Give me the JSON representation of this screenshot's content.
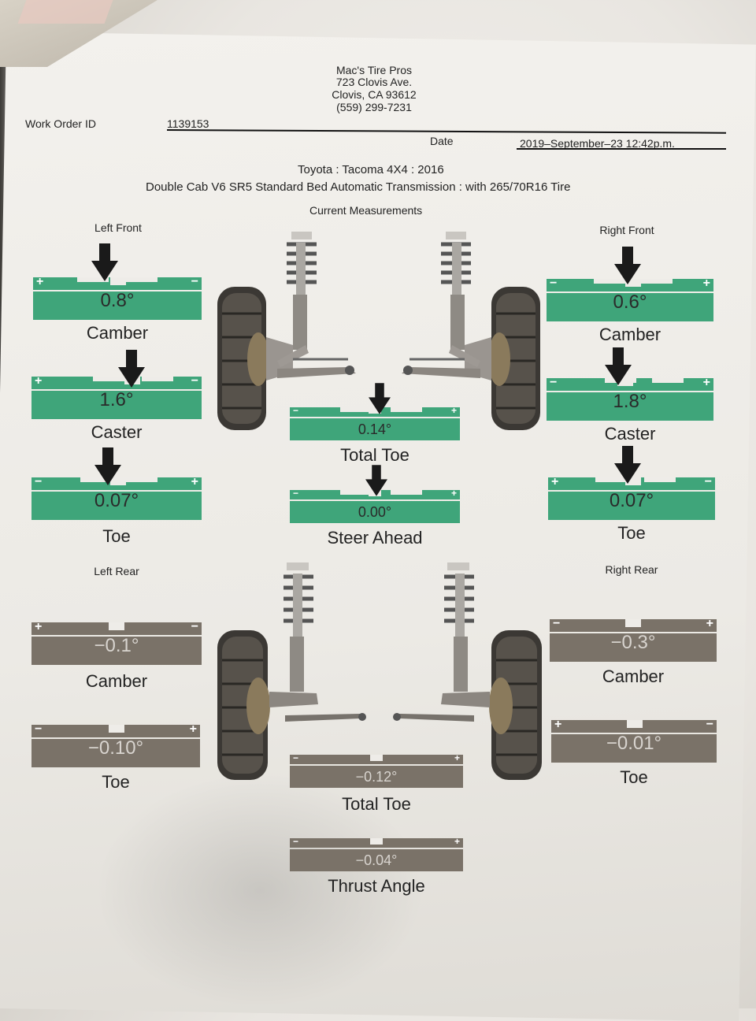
{
  "shop": {
    "name": "Mac's Tire Pros",
    "address": "723 Clovis Ave.",
    "city": "Clovis, CA 93612",
    "phone": "(559) 299-7231"
  },
  "work_order": {
    "label": "Work Order ID",
    "value": "1139153"
  },
  "date": {
    "label": "Date",
    "value": "2019–September–23 12:42p.m."
  },
  "vehicle": {
    "line1": "Toyota : Tacoma 4X4 : 2016",
    "line2": "Double Cab V6 SR5 Standard Bed Automatic Transmission : with 265/70R16 Tire"
  },
  "section_title": "Current Measurements",
  "wheels": {
    "left_front": "Left Front",
    "right_front": "Right Front",
    "left_rear": "Left Rear",
    "right_rear": "Right Rear"
  },
  "gauges": {
    "lf_camber": {
      "value": "0.8°",
      "name": "Camber",
      "minus": "−",
      "plus": "+"
    },
    "lf_caster": {
      "value": "1.6°",
      "name": "Caster",
      "minus": "−",
      "plus": "+"
    },
    "lf_toe": {
      "value": "0.07°",
      "name": "Toe",
      "minus": "−",
      "plus": "+"
    },
    "rf_camber": {
      "value": "0.6°",
      "name": "Camber",
      "minus": "−",
      "plus": "+"
    },
    "rf_caster": {
      "value": "1.8°",
      "name": "Caster",
      "minus": "−",
      "plus": "+"
    },
    "rf_toe": {
      "value": "0.07°",
      "name": "Toe",
      "minus": "−",
      "plus": "+"
    },
    "front_total_toe": {
      "value": "0.14°",
      "name": "Total Toe",
      "minus": "−",
      "plus": "+"
    },
    "steer_ahead": {
      "value": "0.00°",
      "name": "Steer Ahead",
      "minus": "−",
      "plus": "+"
    },
    "lr_camber": {
      "value": "−0.1°",
      "name": "Camber",
      "minus": "−",
      "plus": "+"
    },
    "lr_toe": {
      "value": "−0.10°",
      "name": "Toe",
      "minus": "−",
      "plus": "+"
    },
    "rr_camber": {
      "value": "−0.3°",
      "name": "Camber",
      "minus": "−",
      "plus": "+"
    },
    "rr_toe": {
      "value": "−0.01°",
      "name": "Toe",
      "minus": "−",
      "plus": "+"
    },
    "rear_total_toe": {
      "value": "−0.12°",
      "name": "Total Toe",
      "minus": "−",
      "plus": "+"
    },
    "thrust_angle": {
      "value": "−0.04°",
      "name": "Thrust Angle",
      "minus": "−",
      "plus": "+"
    }
  },
  "colors": {
    "in_spec": "#3fa57a",
    "no_spec": "#7a7268",
    "arrow": "#1a1a1a"
  }
}
